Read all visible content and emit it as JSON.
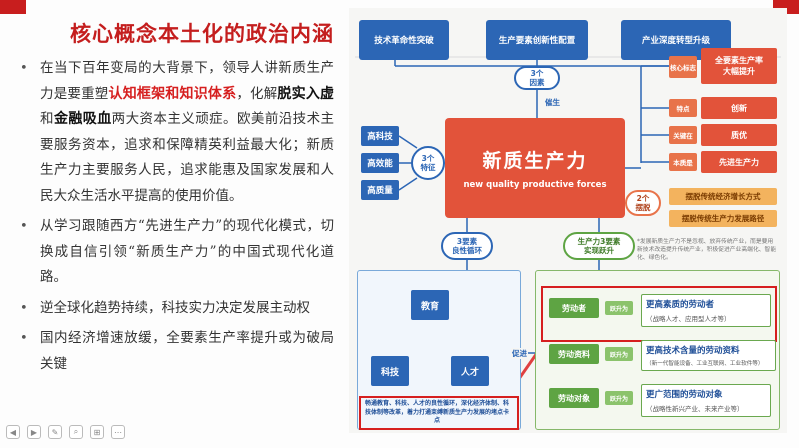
{
  "slide": {
    "title": "核心概念本土化的政治内涵",
    "bullets": [
      {
        "parts": [
          {
            "t": "在当下百年变局的大背景下，领导人讲新质生产力是要重塑",
            "c": ""
          },
          {
            "t": "认知框架和知识体系",
            "c": "hl-red"
          },
          {
            "t": "，化解",
            "c": ""
          },
          {
            "t": "脱实入虚",
            "c": "hl-bold"
          },
          {
            "t": "和",
            "c": ""
          },
          {
            "t": "金融吸血",
            "c": "hl-bold"
          },
          {
            "t": "两大资本主义顽症。欧美前沿技术主要服务资本，追求和保障精英利益最大化；新质生产力主要服务人民，追求能惠及国家发展和人民大众生活水平提高的使用价值。",
            "c": ""
          }
        ]
      },
      {
        "parts": [
          {
            "t": "从学习跟随西方“先进生产力”的现代化模式，切换成自信引领“新质生产力”的中国式现代化道路。",
            "c": ""
          }
        ]
      },
      {
        "parts": [
          {
            "t": "逆全球化趋势持续，科技实力决定发展主动权",
            "c": ""
          }
        ]
      },
      {
        "parts": [
          {
            "t": "国内经济增速放缓，全要素生产率提升或为破局关键",
            "c": ""
          }
        ]
      }
    ]
  },
  "diagram": {
    "top_boxes": [
      "技术革命性突破",
      "生产要素创新性配置",
      "产业深度转型升级"
    ],
    "circle_top": "3个\n因素",
    "催生": "催生",
    "central_zh": "新质生产力",
    "central_en": "new quality productive forces",
    "left_circle": "3个\n特征",
    "left_boxes": [
      "高科技",
      "高效能",
      "高质量"
    ],
    "right_pills": [
      "核心标志",
      "特点",
      "关键在",
      "本质是"
    ],
    "right_boxes": [
      "全要素生产率\n大幅提升",
      "创新",
      "质优",
      "先进生产力"
    ],
    "circle_right": "2个\n摆脱",
    "orange_bars": [
      "摆脱传统经济增长方式",
      "摆脱传统生产力发展路径"
    ],
    "note": "*发展新质生产力不是忽视、放弃传统产业，而是要用新技术改造提升传统产业，积极促进产业高端化、智能化、绿色化。",
    "circle_bottom_left": "3要素\n良性循环",
    "circle_bottom_right": "生产力3要素\n实现跃升",
    "triangle": [
      "教育",
      "科技",
      "人才"
    ],
    "caption": "畅通教育、科技、人才的良性循环，深化经济体制、科技体制等改革，着力打通束缚新质生产力发展的堵点卡点",
    "cujin": "促进",
    "green_rows": [
      {
        "label": "劳动者",
        "pill": "跃升为",
        "main": "更高素质的劳动者",
        "sub": "（战略人才、应用型人才等）"
      },
      {
        "label": "劳动资料",
        "pill": "跃升为",
        "main": "更高技术含量的劳动资料",
        "sub": "（新一代智能设备、工业互联网、工业软件等）"
      },
      {
        "label": "劳动对象",
        "pill": "跃升为",
        "main": "更广范围的劳动对象",
        "sub": "（战略性新兴产业、未来产业等）"
      }
    ]
  },
  "toolbar": {
    "icons": [
      "◀",
      "▶",
      "✎",
      "⌕",
      "⊞",
      "⋯"
    ]
  }
}
